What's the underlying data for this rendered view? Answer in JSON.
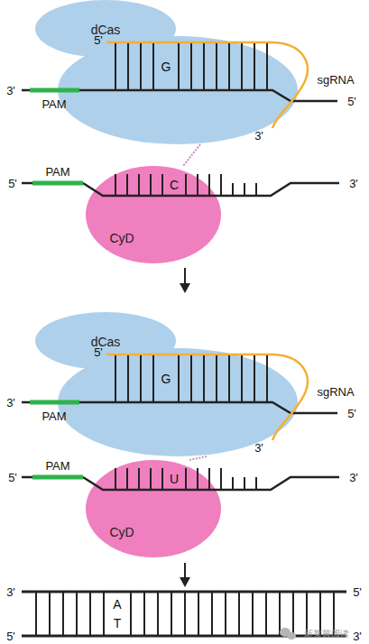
{
  "diagram": {
    "nodes": [
      {
        "text": [
          "dCas"
        ]
      },
      {
        "text": [
          "CyD"
        ]
      },
      {
        "text": [
          "dCas"
        ]
      },
      {
        "text": [
          "CyD"
        ]
      }
    ],
    "edges": [
      {
        "from": 0,
        "to": 1,
        "arrow": "none"
      },
      {
        "from": 2,
        "to": 3,
        "arrow": "none"
      }
    ],
    "labels": [
      "5'",
      "G",
      "sgRNA",
      "3'",
      "5'",
      "PAM",
      "3'",
      "PAM",
      "5'",
      "3'",
      "C",
      "5'",
      "G",
      "sgRNA",
      "3'",
      "5'",
      "PAM",
      "3'",
      "PAM",
      "5'",
      "3'",
      "U",
      "3'",
      "5'",
      "A",
      "T",
      "5'",
      "3'",
      "新莱茵阅读"
    ]
  }
}
